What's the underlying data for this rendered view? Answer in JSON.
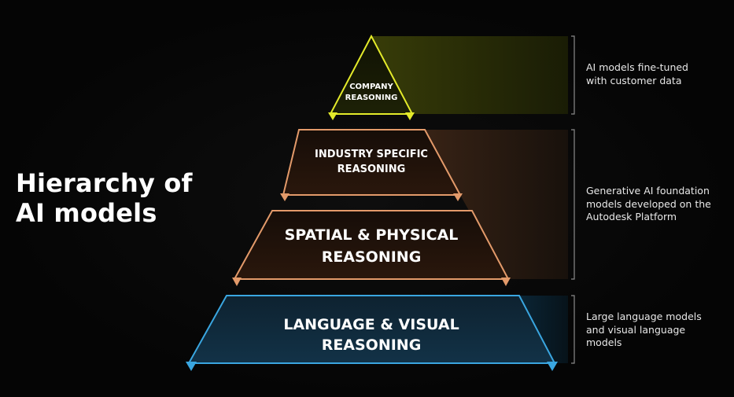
{
  "title_lines": [
    "Hierarchy of",
    "AI models"
  ],
  "tiers": [
    {
      "id": "company",
      "lines": [
        "COMPANY",
        "REASONING"
      ],
      "color": "#e3ea2a"
    },
    {
      "id": "industry",
      "lines": [
        "INDUSTRY SPECIFIC",
        "REASONING"
      ],
      "color": "#e39a6a"
    },
    {
      "id": "spatial",
      "lines": [
        "SPATIAL & PHYSICAL",
        "REASONING"
      ],
      "color": "#e39a6a"
    },
    {
      "id": "language",
      "lines": [
        "LANGUAGE & VISUAL",
        "REASONING"
      ],
      "color": "#3aa6e0"
    }
  ],
  "descriptions": [
    {
      "lines": [
        "AI models fine-tuned",
        "with customer data"
      ]
    },
    {
      "lines": [
        "Generative AI foundation",
        "models developed on the",
        "Autodesk Platform"
      ]
    },
    {
      "lines": [
        "Large language models",
        "and visual language",
        "models"
      ]
    }
  ]
}
